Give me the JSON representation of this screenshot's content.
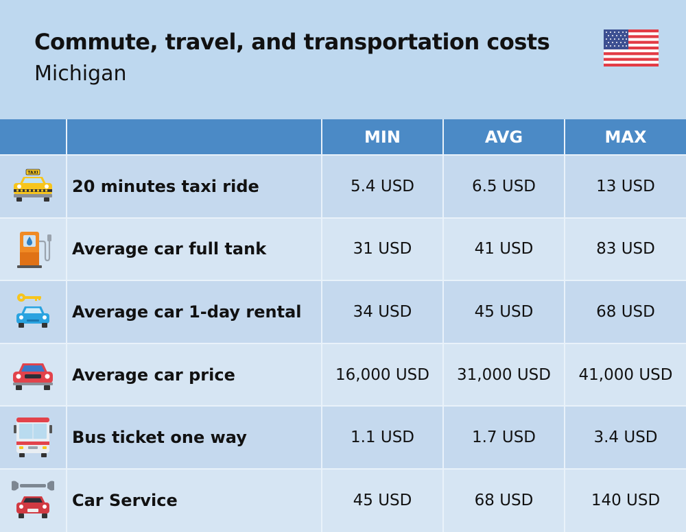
{
  "header": {
    "title": "Commute, travel, and transportation costs",
    "subtitle": "Michigan",
    "flag": "us-flag-icon"
  },
  "table": {
    "columns": [
      "",
      "",
      "MIN",
      "AVG",
      "MAX"
    ],
    "rows": [
      {
        "icon": "taxi-icon",
        "taxi_sign": "TAXI",
        "label": "20 minutes taxi ride",
        "min": "5.4 USD",
        "avg": "6.5 USD",
        "max": "13 USD"
      },
      {
        "icon": "fuel-pump-icon",
        "label": "Average car full tank",
        "min": "31 USD",
        "avg": "41 USD",
        "max": "83 USD"
      },
      {
        "icon": "car-key-icon",
        "label": "Average car 1-day rental",
        "min": "34 USD",
        "avg": "45 USD",
        "max": "68 USD"
      },
      {
        "icon": "car-icon",
        "label": "Average car price",
        "min": "16,000 USD",
        "avg": "31,000 USD",
        "max": "41,000 USD"
      },
      {
        "icon": "bus-icon",
        "label": "Bus ticket one way",
        "min": "1.1 USD",
        "avg": "1.7 USD",
        "max": "3.4 USD"
      },
      {
        "icon": "wrench-car-icon",
        "label": "Car Service",
        "min": "45 USD",
        "avg": "68 USD",
        "max": "140 USD"
      }
    ]
  },
  "colors": {
    "background": "#bed8ef",
    "header_row": "#4b8ac6",
    "row_odd": "#c5d9ee",
    "row_even": "#d6e5f3"
  }
}
